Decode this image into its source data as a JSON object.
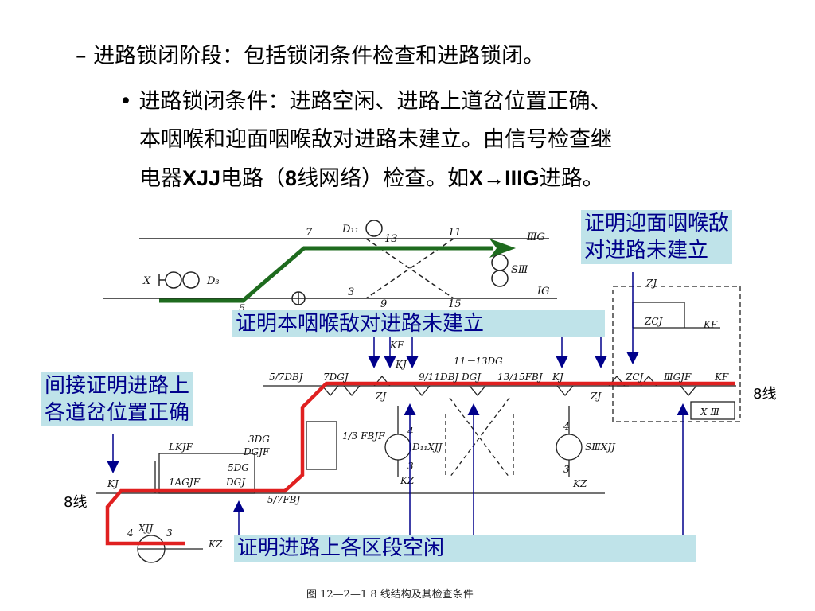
{
  "text": {
    "line1": "– 进路锁闭阶段：包括锁闭条件检查和进路锁闭。",
    "bullet": "•",
    "line2a": "进路锁闭条件：进路空闲、进路上道岔位置正确、",
    "line2b": "本咽喉和迎面咽喉敌对进路未建立。由信号检查继",
    "line2c_pre": "电器",
    "line2c_b1": "XJJ",
    "line2c_mid1": "电路（",
    "line2c_b2": "8",
    "line2c_mid2": "线网络）检查。如",
    "line2c_b3": "X→IIIG",
    "line2c_end": "进路。"
  },
  "callouts": {
    "opposite": [
      "证明迎面咽喉敌",
      "对进路未建立"
    ],
    "local": "证明本咽喉敌对进路未建立",
    "switch": [
      "间接证明进路上",
      "各道岔位置正确"
    ],
    "sections": "证明进路上各区段空闲"
  },
  "labels": {
    "line8_right": "8线",
    "line8_left": "8线"
  },
  "track": {
    "n7": "7",
    "n13": "13",
    "n11": "11",
    "n5": "5",
    "n3": "3",
    "n9": "9",
    "n15": "15",
    "IIIG": "ⅢG",
    "IG": "ⅠG",
    "X": "X",
    "D3": "D₃",
    "D11": "D₁₁",
    "SIII": "SⅢ"
  },
  "circuit": {
    "ZJ_top": "ZJ",
    "ZCJ_top": "ZCJ",
    "KF_top": "KF",
    "KF_mid": "KF",
    "KJ_mid": "KJ",
    "DG1113": "11－13DG",
    "r_57DBJ": "5/7DBJ",
    "r_7DGJ": "7DGJ",
    "r_911DBJ": "9/11DBJ",
    "r_DGJ": "DGJ",
    "r_1315FBJ": "13/15FBJ",
    "r_KJ": "KJ",
    "r_ZCJ": "ZCJ",
    "r_IIIGJF": "ⅢGJF",
    "r_KF": "KF",
    "ZJ1": "ZJ",
    "ZJ2": "ZJ",
    "LKJF": "LKJF",
    "DG3": "3DG",
    "DGJF": "DGJF",
    "FBJF13": "1/3 FBJF",
    "D11XJJ": "D₁₁XJJ",
    "SIIIXJJ": "SⅢXJJ",
    "n4a": "4",
    "n3a": "3",
    "n4b": "4",
    "n3b": "3",
    "KZa": "KZ",
    "KZb": "KZ",
    "KJ_left": "KJ",
    "IAGJF": "1AGJF",
    "DG5": "5DG",
    "DGJ5": "DGJ",
    "r_57FBJ": "5/7FBJ",
    "XJJ": "XJJ",
    "n4c": "4",
    "n3c": "3",
    "KZc": "KZ",
    "XIII": "X Ⅲ"
  },
  "caption": "图 12—2—1   8 线结构及其检查条件",
  "colors": {
    "route": "#1e6b1e",
    "line8": "#e02020",
    "callout_bg": "#bfe3e9",
    "callout_text": "#00008b",
    "arrow": "#00008b"
  }
}
